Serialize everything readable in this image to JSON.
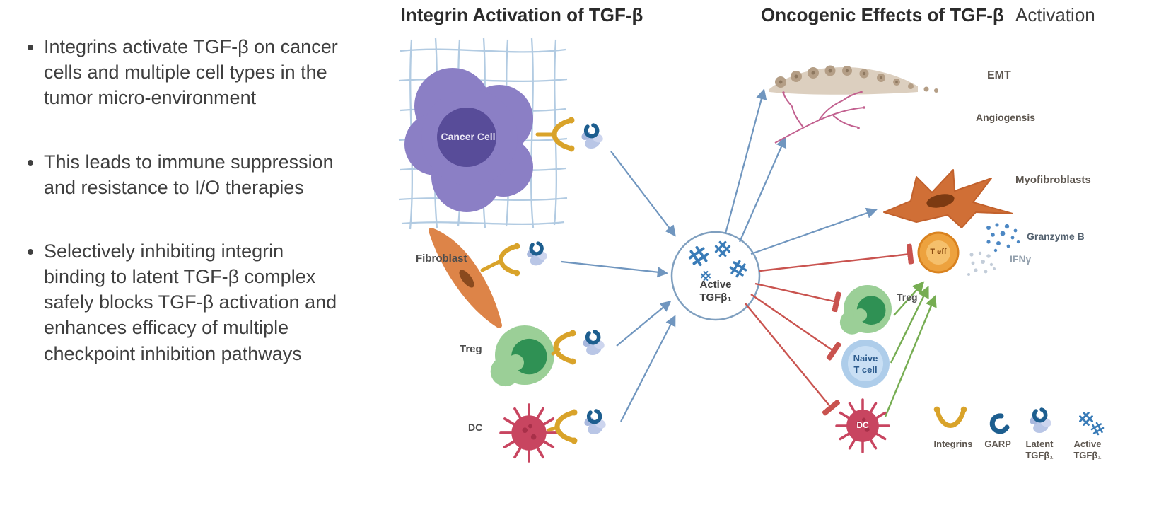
{
  "bullets": {
    "items": [
      "Integrins activate TGF-β on cancer\ncells and multiple cell types in the\ntumor micro-environment",
      "This leads to immune suppression\nand resistance to I/O therapies",
      "Selectively inhibiting integrin\nbinding to latent TGF-β complex\nsafely blocks TGF-β activation and\nenhances efficacy of multiple\ncheckpoint inhibition pathways"
    ]
  },
  "titles": {
    "left": "Integrin Activation of TGF-β",
    "right_bold": "Oncogenic Effects of TGF-β",
    "right_rest": "Activation"
  },
  "pathway": {
    "cancer_cell": "Cancer Cell",
    "fibroblast": "Fibroblast",
    "treg": "Treg",
    "dc": "DC",
    "active_tgfb": "Active\nTGFβ₁"
  },
  "effects": {
    "emt": "EMT",
    "angiogenesis": "Angiogensis",
    "myofibroblasts": "Myofibroblasts",
    "teff": "T eff",
    "granzyme_b": "Granzyme B",
    "ifng": "IFNγ",
    "treg": "Treg",
    "naive_t_cell": "Naive\nT cell",
    "dc": "DC"
  },
  "legend": {
    "integrins": "Integrins",
    "garp": "GARP",
    "latent_tgfb": "Latent\nTGFβ₁",
    "active_tgfb": "Active\nTGFβ₁"
  },
  "colors": {
    "activation_arrow": "#7096bf",
    "inhibition_arrow": "#c9534f",
    "stimulation_arrow": "#76ad52",
    "cancer_cell": "#8b7fc5",
    "fibroblast": "#dd8448",
    "treg_cell": "#9bcf97",
    "dc_cell": "#c84560",
    "integrin": "#d9a32a",
    "garp": "#1d5e8f",
    "active_tgfb": "#3a7cb8",
    "teff_cell": "#eda23e",
    "naive_t_cell": "#aecdea"
  }
}
